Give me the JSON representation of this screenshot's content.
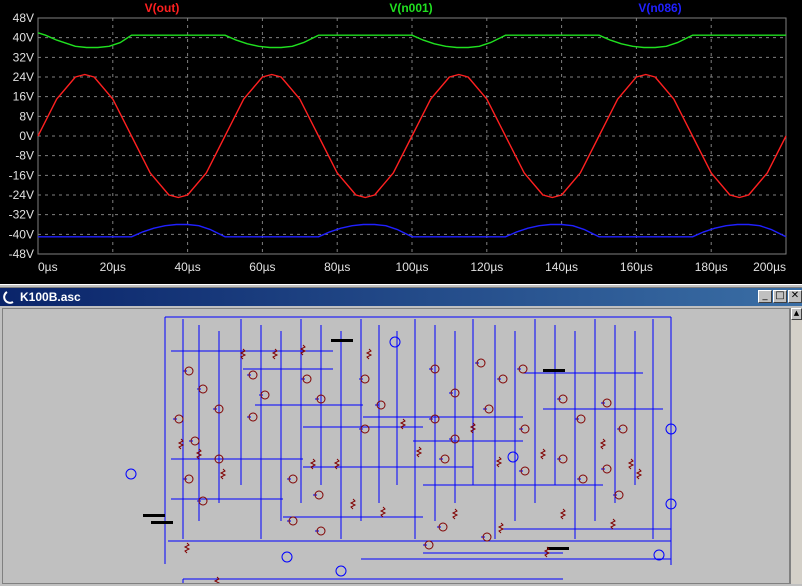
{
  "plot": {
    "traces": [
      {
        "name": "V(out)",
        "color": "#ff2020"
      },
      {
        "name": "V(n001)",
        "color": "#20e020"
      },
      {
        "name": "V(n086)",
        "color": "#2020ff"
      }
    ],
    "y_ticks": [
      "48V",
      "40V",
      "32V",
      "24V",
      "16V",
      "8V",
      "0V",
      "-8V",
      "-16V",
      "-24V",
      "-32V",
      "-40V",
      "-48V"
    ],
    "x_ticks": [
      "0µs",
      "20µs",
      "40µs",
      "60µs",
      "80µs",
      "100µs",
      "120µs",
      "140µs",
      "160µs",
      "180µs",
      "200µs"
    ],
    "grid_color": "#808080",
    "background": "#000000"
  },
  "chart_data": {
    "type": "line",
    "xlabel": "",
    "ylabel": "",
    "x_unit": "µs",
    "y_unit": "V",
    "xlim": [
      0,
      200
    ],
    "ylim": [
      -48,
      48
    ],
    "grid": true,
    "series": [
      {
        "name": "V(out)",
        "color": "#ff2020",
        "x": [
          0,
          5,
          10,
          12.5,
          15,
          20,
          25,
          30,
          35,
          37.5,
          40,
          45,
          50,
          55,
          60,
          62.5,
          65,
          70,
          75,
          80,
          85,
          87.5,
          90,
          95,
          100,
          105,
          110,
          112.5,
          115,
          120,
          125,
          130,
          135,
          137.5,
          140,
          145,
          150,
          155,
          160,
          162.5,
          165,
          170,
          175,
          180,
          185,
          187.5,
          190,
          195,
          200
        ],
        "y": [
          0,
          15,
          24,
          25,
          24,
          15,
          0,
          -15,
          -24,
          -25,
          -24,
          -15,
          0,
          15,
          24,
          25,
          24,
          15,
          0,
          -15,
          -24,
          -25,
          -24,
          -15,
          0,
          15,
          24,
          25,
          24,
          15,
          0,
          -15,
          -24,
          -25,
          -24,
          -15,
          0,
          15,
          24,
          25,
          24,
          15,
          0,
          -15,
          -24,
          -25,
          -24,
          -15,
          0
        ]
      },
      {
        "name": "V(n001)",
        "color": "#20e020",
        "x": [
          0,
          2,
          5,
          8,
          10,
          13,
          16,
          19,
          22,
          25,
          40,
          43,
          46,
          50,
          53,
          56,
          59,
          62,
          65,
          68,
          71,
          75,
          90,
          93,
          96,
          100,
          103,
          106,
          109,
          112,
          115,
          118,
          121,
          125,
          140,
          143,
          146,
          150,
          153,
          156,
          159,
          162,
          165,
          168,
          171,
          175,
          190,
          193,
          196,
          200
        ],
        "y": [
          42,
          41,
          39,
          37.5,
          36.5,
          36,
          36,
          36.5,
          38,
          41,
          41,
          41,
          41,
          41,
          39,
          37.5,
          36.5,
          36,
          36,
          36.5,
          38,
          41,
          41,
          41,
          41,
          41,
          39,
          37.5,
          36.5,
          36,
          36,
          36.5,
          38,
          41,
          41,
          41,
          41,
          41,
          39,
          37.5,
          36.5,
          36,
          36,
          36.5,
          38,
          41,
          41,
          41,
          41,
          41
        ]
      },
      {
        "name": "V(n086)",
        "color": "#2020ff",
        "x": [
          0,
          25,
          28,
          31,
          34,
          37,
          40,
          43,
          46,
          50,
          75,
          78,
          81,
          84,
          87,
          90,
          93,
          96,
          100,
          125,
          128,
          131,
          134,
          137,
          140,
          143,
          146,
          150,
          175,
          178,
          181,
          184,
          187,
          190,
          193,
          196,
          200
        ],
        "y": [
          -41,
          -41,
          -39,
          -37.5,
          -36.5,
          -36,
          -36,
          -36.5,
          -38,
          -41,
          -41,
          -39,
          -37.5,
          -36.5,
          -36,
          -36,
          -36.5,
          -38,
          -41,
          -41,
          -39,
          -37.5,
          -36.5,
          -36,
          -36,
          -36.5,
          -38,
          -41,
          -41,
          -39,
          -37.5,
          -36.5,
          -36,
          -36,
          -36.5,
          -38,
          -41
        ]
      }
    ]
  },
  "schematic_window": {
    "title": "K100B.asc",
    "buttons": {
      "minimize": "_",
      "maximize": "□",
      "close": "✕"
    },
    "scroll_up": "▲",
    "wire_color": "#0000ff",
    "component_color": "#800000"
  }
}
